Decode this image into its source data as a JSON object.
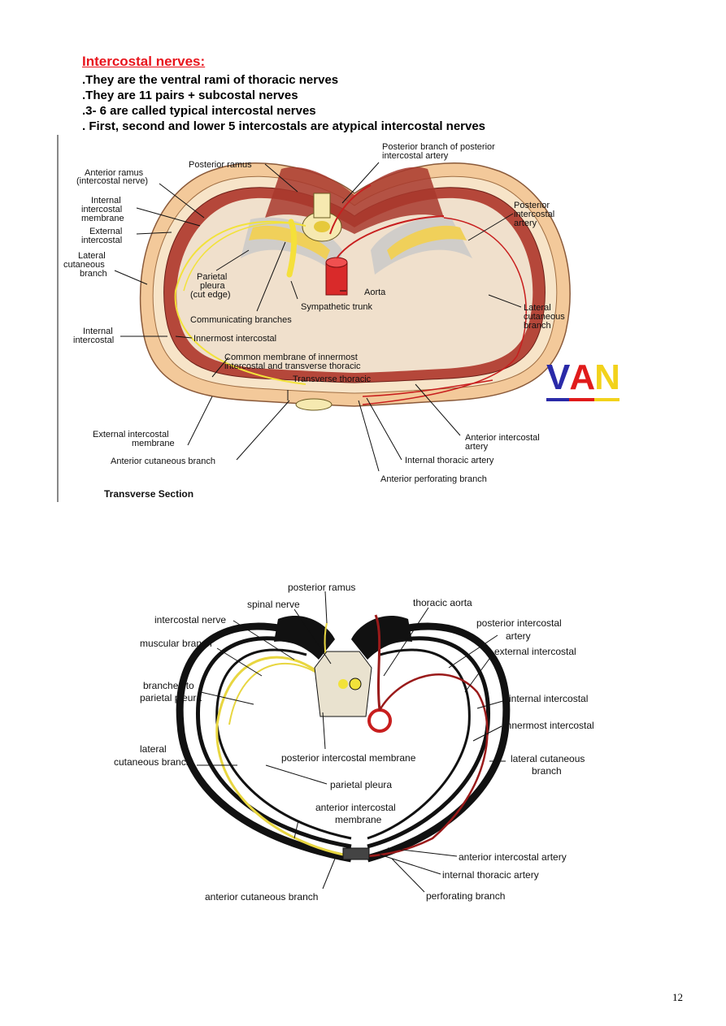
{
  "heading": "Intercostal nerves:",
  "bullets": [
    ".They are the ventral rami of thoracic nerves",
    ".They are 11 pairs + subcostal nerves",
    ".3- 6 are called typical intercostal nerves",
    ". First, second and lower 5 intercostals are atypical intercostal nerves"
  ],
  "figure1": {
    "labels": {
      "anterior_ramus": "Anterior ramus",
      "anterior_ramus_2": "(intercostal nerve)",
      "posterior_ramus": "Posterior ramus",
      "post_branch_1": "Posterior branch of posterior",
      "post_branch_2": "intercostal artery",
      "internal_membrane_1": "Internal",
      "internal_membrane_2": "intercostal",
      "internal_membrane_3": "membrane",
      "external_intercostal_1": "External",
      "external_intercostal_2": "intercostal",
      "lateral_cut_1": "Lateral",
      "lateral_cut_2": "cutaneous",
      "lateral_cut_3": "branch",
      "parietal_1": "Parietal",
      "parietal_2": "pleura",
      "parietal_3": "(cut edge)",
      "post_ic_artery_1": "Posterior",
      "post_ic_artery_2": "intercostal",
      "post_ic_artery_3": "artery",
      "aorta": "Aorta",
      "sympathetic": "Sympathetic trunk",
      "communicating": "Communicating branches",
      "lat_cut_r_1": "Lateral",
      "lat_cut_r_2": "cutaneous",
      "lat_cut_r_3": "branch",
      "internal_intercostal_1": "Internal",
      "internal_intercostal_2": "intercostal",
      "innermost": "Innermost intercostal",
      "common_membrane_1": "Common membrane of innermost",
      "common_membrane_2": "intercostal and transverse thoracic",
      "transverse_thoracic": "Transverse thoracic",
      "ext_ic_membrane_1": "External intercostal",
      "ext_ic_membrane_2": "membrane",
      "ant_ic_artery_1": "Anterior intercostal",
      "ant_ic_artery_2": "artery",
      "internal_thoracic": "Internal thoracic artery",
      "anterior_cutaneous": "Anterior cutaneous branch",
      "anterior_perforating": "Anterior perforating branch"
    },
    "caption": "Transverse Section"
  },
  "logo": {
    "letters": [
      "V",
      "A",
      "N"
    ],
    "colors": [
      "#2a2aa8",
      "#e01b1b",
      "#f2d21b"
    ]
  },
  "figure2": {
    "labels": {
      "posterior_ramus": "posterior ramus",
      "spinal_nerve": "spinal nerve",
      "thoracic_aorta": "thoracic aorta",
      "intercostal_nerve": "intercostal nerve",
      "muscular_branch": "muscular branch",
      "post_ic_artery_1": "posterior intercostal",
      "post_ic_artery_2": "artery",
      "external_intercostal": "external intercostal",
      "branches_pleura_1": "branches to",
      "branches_pleura_2": "parietal pleura",
      "internal_intercostal": "internal intercostal",
      "innermost_intercostal": "innermost intercostal",
      "lateral_cut_1": "lateral",
      "lateral_cut_2": "cutaneous branch",
      "post_ic_membrane": "posterior intercostal membrane",
      "lateral_cut_r_1": "lateral cutaneous",
      "lateral_cut_r_2": "branch",
      "parietal_pleura": "parietal pleura",
      "ant_ic_membrane_1": "anterior intercostal",
      "ant_ic_membrane_2": "membrane",
      "ant_ic_artery": "anterior intercostal artery",
      "internal_thoracic": "internal thoracic artery",
      "anterior_cutaneous": "anterior cutaneous branch",
      "perforating": "perforating branch"
    }
  },
  "page_number": "12"
}
